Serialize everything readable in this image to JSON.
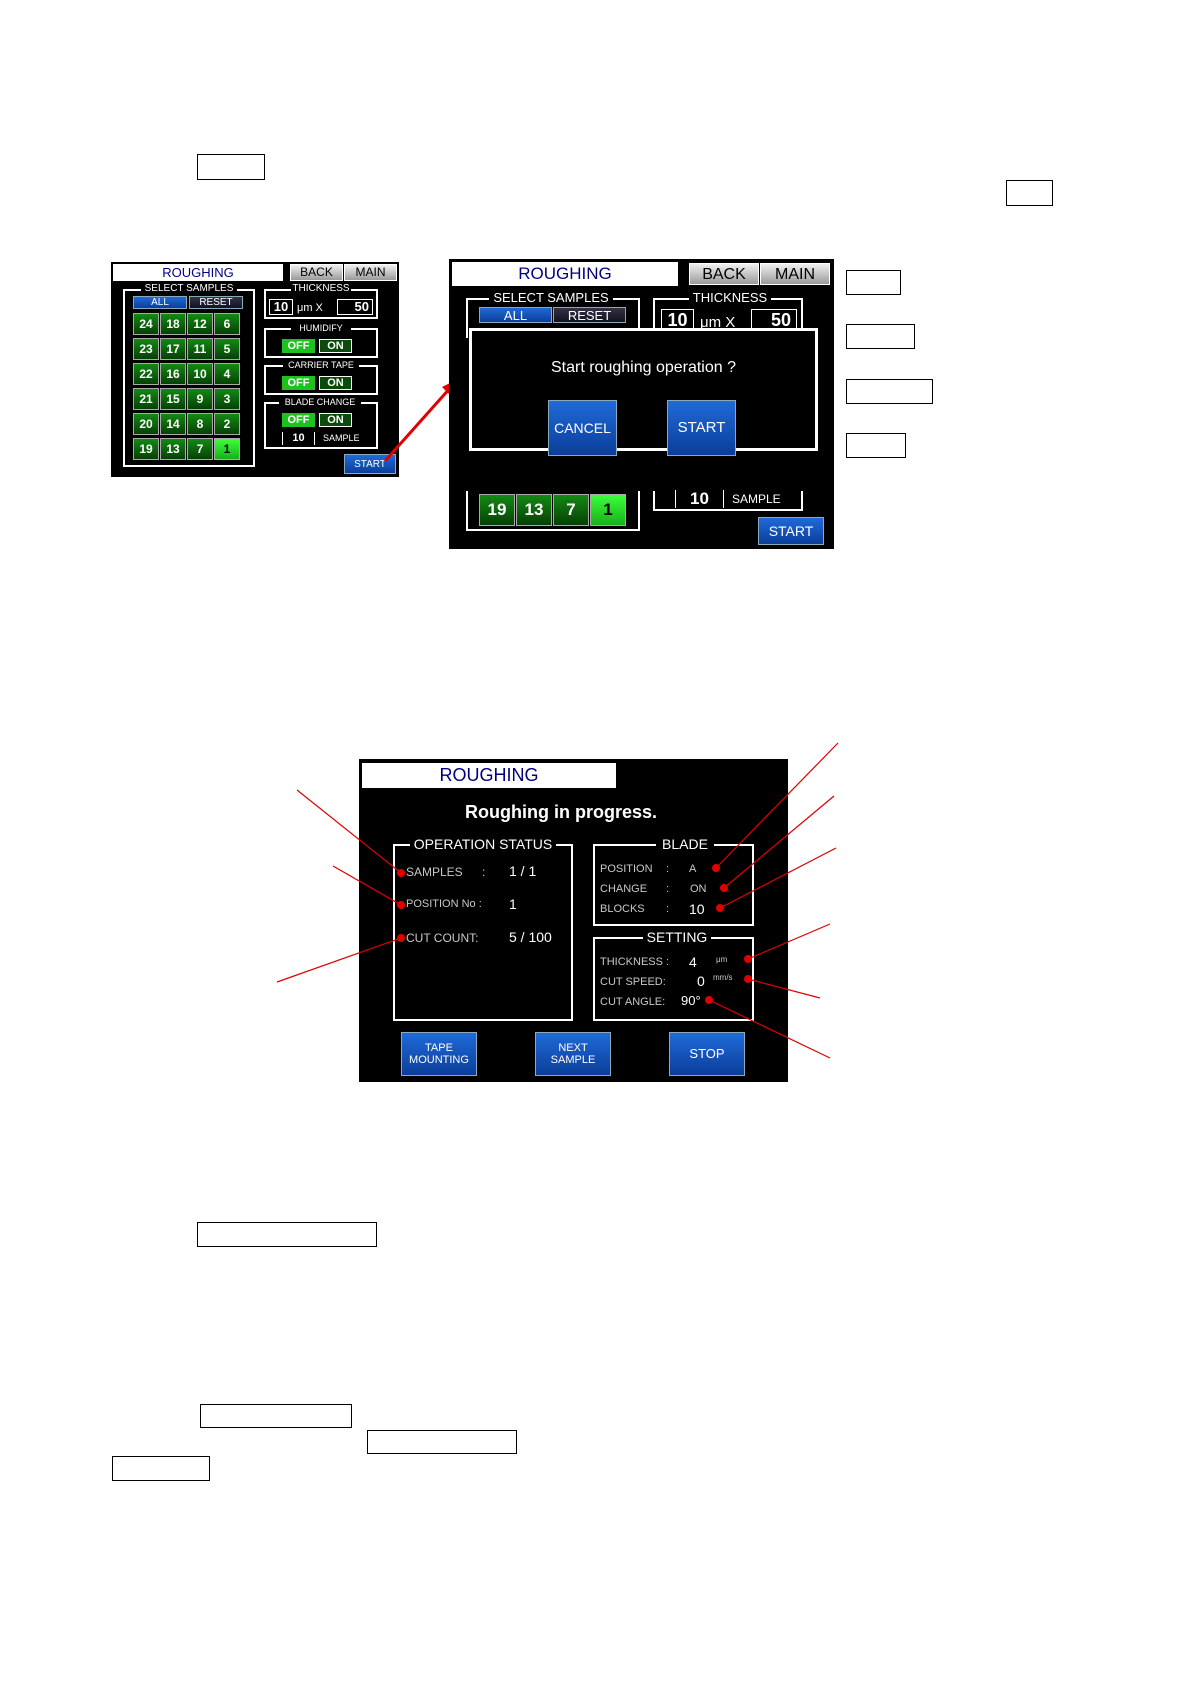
{
  "screens": {
    "small": {
      "title": "ROUGHING",
      "back": "BACK",
      "main": "MAIN",
      "select_samples": "SELECT SAMPLES",
      "all": "ALL",
      "reset": "RESET",
      "grid": [
        [
          "24",
          "18",
          "12",
          "6"
        ],
        [
          "23",
          "17",
          "11",
          "5"
        ],
        [
          "22",
          "16",
          "10",
          "4"
        ],
        [
          "21",
          "15",
          "9",
          "3"
        ],
        [
          "20",
          "14",
          "8",
          "2"
        ],
        [
          "19",
          "13",
          "7",
          "1"
        ]
      ],
      "thickness_label": "THICKNESS",
      "thickness_value": "10",
      "thickness_unit": "μm X",
      "thickness_count": "50",
      "humidify_label": "HUMIDIFY",
      "carrier_label": "CARRIER TAPE",
      "blade_label": "BLADE CHANGE",
      "off": "OFF",
      "on": "ON",
      "sample_value": "10",
      "sample_label": "SAMPLE",
      "start": "START"
    },
    "dialog": {
      "title": "ROUGHING",
      "back": "BACK",
      "main": "MAIN",
      "select_samples": "SELECT SAMPLES",
      "all": "ALL",
      "reset": "RESET",
      "thickness_label": "THICKNESS",
      "thickness_value": "10",
      "thickness_unit": "μm X",
      "thickness_count": "50",
      "question": "Start roughing operation ?",
      "cancel": "CANCEL",
      "start_dialog": "START",
      "row": [
        "19",
        "13",
        "7",
        "1"
      ],
      "sample_value": "10",
      "sample_label": "SAMPLE",
      "start": "START"
    },
    "progress": {
      "title": "ROUGHING",
      "message": "Roughing in progress.",
      "op_status": "OPERATION STATUS",
      "samples_label": "SAMPLES",
      "samples_colon": ":",
      "samples_value": "1 /  1",
      "position_label": "POSITION No :",
      "position_value": "1",
      "cut_label": "CUT COUNT:",
      "cut_value": "5 / 100",
      "blade": "BLADE",
      "blade_pos_label": "POSITION",
      "blade_pos_value": "A",
      "blade_change_label": "CHANGE",
      "blade_change_value": "ON",
      "blade_blocks_label": "BLOCKS",
      "blade_blocks_value": "10",
      "colon": ":",
      "setting": "SETTING",
      "set_thick_label": "THICKNESS :",
      "set_thick_value": "4",
      "set_thick_unit": "μm",
      "set_speed_label": "CUT SPEED:",
      "set_speed_value": "0",
      "set_speed_unit": "mm/s",
      "set_angle_label": "CUT ANGLE:",
      "set_angle_value": "90°",
      "tape_mounting": [
        "TAPE",
        "MOUNTING"
      ],
      "next_sample": [
        "NEXT",
        "SAMPLE"
      ],
      "stop": "STOP"
    }
  },
  "colors": {
    "annotation": "#e00000",
    "screen_bg": "#000000",
    "title_text": "#000080"
  }
}
